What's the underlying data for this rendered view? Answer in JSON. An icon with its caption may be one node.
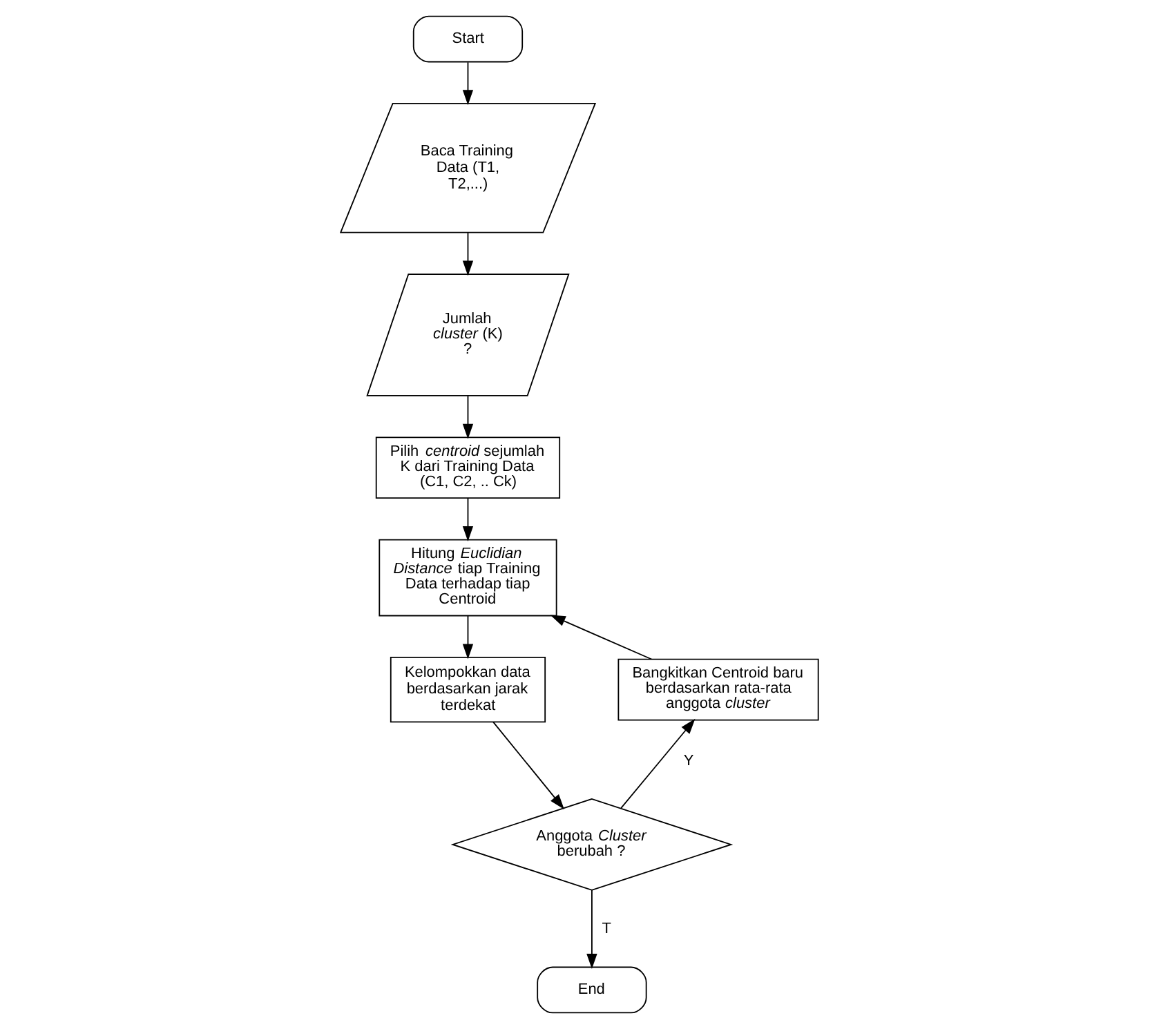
{
  "diagram": {
    "nodes": [
      {
        "text": [
          "Start"
        ]
      },
      {
        "text": [
          "Baca Training Data (T1, T2,...)"
        ]
      },
      {
        "text": [
          "Jumlah *cluster* (K) ?"
        ]
      },
      {
        "text": [
          "Pilih *centroid* sejumlah K dari Training Data (C1, C2, .. Ck)"
        ]
      },
      {
        "text": [
          "Hitung *Euclidian Distance* tiap Training Data terhadap tiap Centroid"
        ]
      },
      {
        "text": [
          "Kelompokkan data berdasarkan jarak terdekat"
        ]
      },
      {
        "text": [
          "Anggota *Cluster* berubah ?"
        ]
      },
      {
        "text": [
          "Bangkitkan Centroid baru berdasarkan rata-rata anggota *cluster*"
        ]
      },
      {
        "text": [
          "End"
        ]
      }
    ],
    "edges": [
      {
        "from": 0,
        "to": 1,
        "arrow": "to"
      },
      {
        "from": 1,
        "to": 2,
        "arrow": "to"
      },
      {
        "from": 2,
        "to": 3,
        "arrow": "to"
      },
      {
        "from": 3,
        "to": 4,
        "arrow": "to"
      },
      {
        "from": 4,
        "to": 5,
        "arrow": "to"
      },
      {
        "from": 5,
        "to": 6,
        "arrow": "to"
      },
      {
        "from": 6,
        "to": 7,
        "label": "Y",
        "arrow": "to"
      },
      {
        "from": 7,
        "to": 4,
        "arrow": "to"
      },
      {
        "from": 6,
        "to": 8,
        "label": "T",
        "arrow": "to"
      }
    ]
  }
}
